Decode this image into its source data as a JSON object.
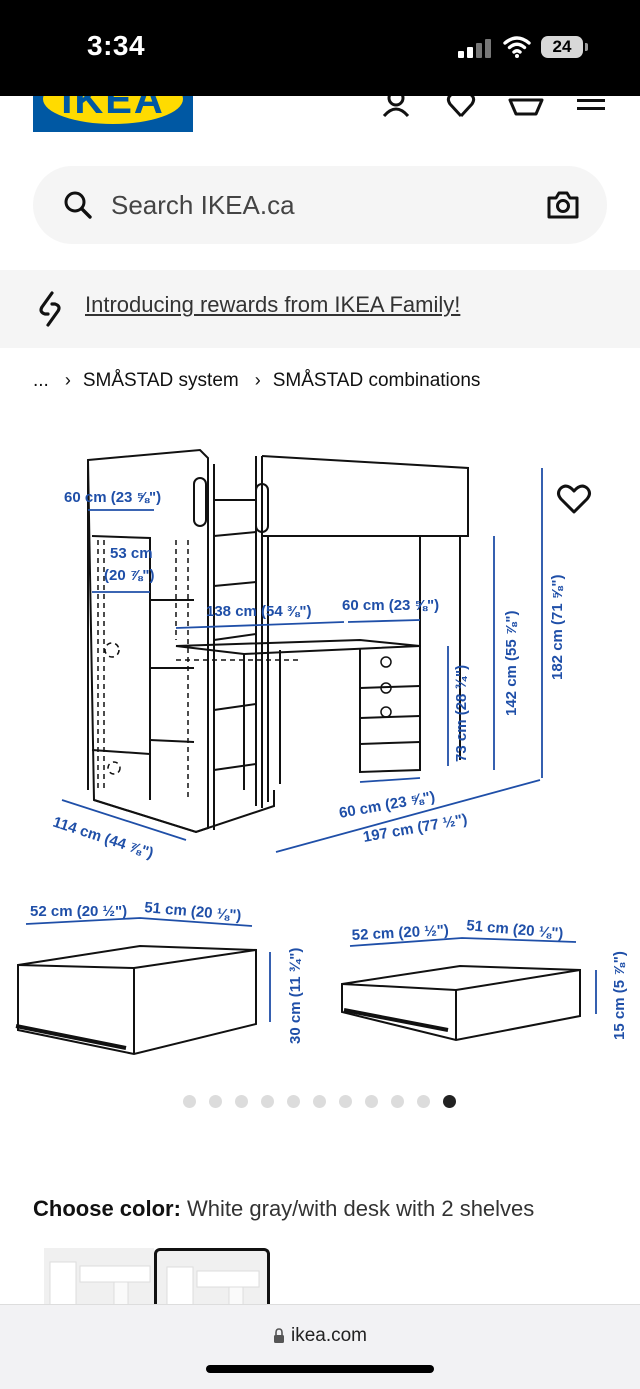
{
  "status_bar": {
    "time": "3:34",
    "battery": "24"
  },
  "header": {
    "logo_text": "IKEA"
  },
  "search": {
    "placeholder": "Search IKEA.ca"
  },
  "promo": {
    "text": "Introducing rewards from IKEA Family!"
  },
  "breadcrumb": {
    "ellipsis": "...",
    "items": [
      "SMÅSTAD system",
      "SMÅSTAD combinations"
    ]
  },
  "diagram": {
    "labels": {
      "wardrobe_width": "60 cm (23 ⅝\")",
      "inner_width_cm": "53 cm",
      "inner_width_in": "(20 ⅞\")",
      "desk_length": "138 cm (54 ⅜\")",
      "desk_width": "60 cm (23 ⅝\")",
      "desk_height": "73 cm (28 ¾\")",
      "under_height": "142 cm (55 ⅞\")",
      "total_height": "182 cm (71 ⅝\")",
      "depth": "114 cm (44 ⅞\")",
      "front_depth": "60 cm (23 ⅝\")",
      "total_length": "197 cm (77 ½\")",
      "drawer1_w1": "52 cm (20 ½\")",
      "drawer1_w2": "51 cm (20 ⅛\")",
      "drawer1_h": "30 cm (11 ¾\")",
      "drawer2_w1": "52 cm (20 ½\")",
      "drawer2_w2": "51 cm (20 ⅛\")",
      "drawer2_h": "15 cm (5 ⅞\")"
    }
  },
  "carousel": {
    "count": 11,
    "active_index": 10
  },
  "choose_color": {
    "label": "Choose color:",
    "value": "White gray/with desk with 2 shelves"
  },
  "url_bar": {
    "domain": "ikea.com"
  },
  "colors": {
    "dimension_blue": "#1f4fa8",
    "ikea_blue": "#0058a3",
    "ikea_yellow": "#ffdb00"
  }
}
